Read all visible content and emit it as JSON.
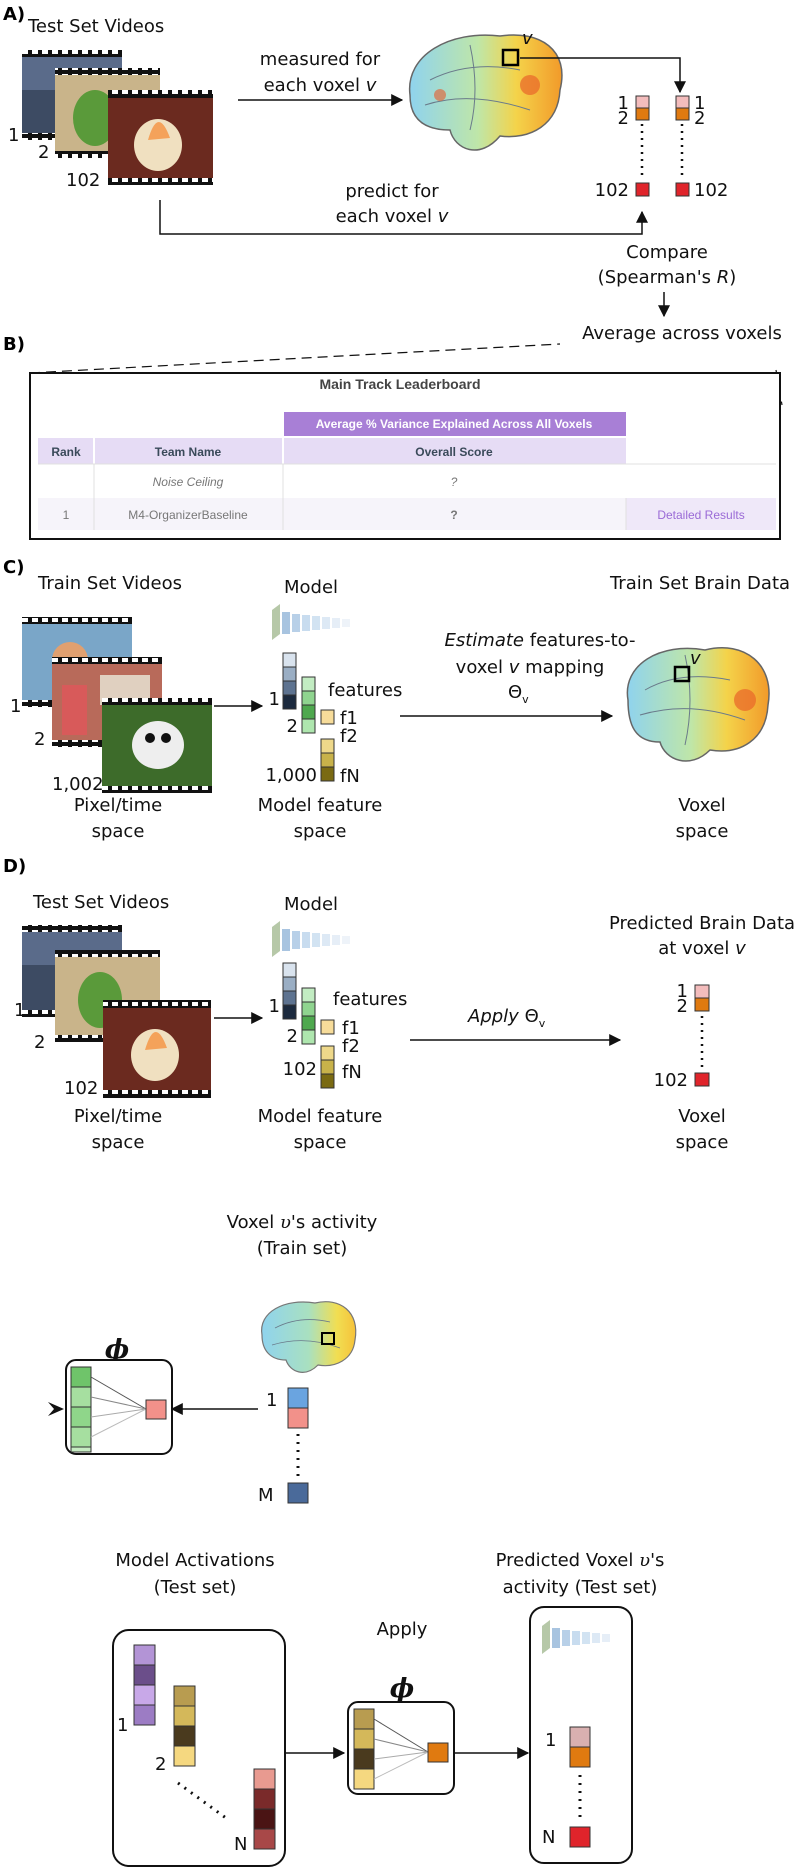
{
  "panels": {
    "a": "A)",
    "b": "B)",
    "c": "C)",
    "d": "D)"
  },
  "a": {
    "test_set_videos": "Test Set Videos",
    "frame_idx": [
      "1",
      "2",
      "102"
    ],
    "measured_line1": "measured for",
    "measured_line2": "each voxel ",
    "v": "v",
    "predict_line1": "predict for",
    "predict_line2": "each voxel ",
    "col_left": [
      "1",
      "2",
      "102"
    ],
    "col_right": [
      "1",
      "2",
      "102"
    ],
    "compare": "Compare",
    "spearman_prefix": "(Spearman's ",
    "spearman_r": "R",
    "spearman_suffix": ")",
    "average": "Average across voxels"
  },
  "leaderboard": {
    "title": "Main Track Leaderboard",
    "group_header": "Average % Variance Explained Across All Voxels",
    "col_rank": "Rank",
    "col_team": "Team Name",
    "col_score": "Overall Score",
    "rows": [
      {
        "rank": "",
        "team": "Noise Ceiling",
        "score": "?",
        "link": ""
      },
      {
        "rank": "1",
        "team": "M4-OrganizerBaseline",
        "score": "?",
        "link": "Detailed Results"
      }
    ]
  },
  "c": {
    "train_set_videos": "Train Set Videos",
    "model": "Model",
    "frame_idx": [
      "1",
      "2",
      "1,002"
    ],
    "feature_idx": [
      "1",
      "2",
      "1,000"
    ],
    "features": "features",
    "f_labels": [
      "f1",
      "f2",
      "fN"
    ],
    "estimate": "Estimate",
    "estimate_rest": " features-to-",
    "voxel_mapping_pre": "voxel ",
    "voxel_mapping_post": " mapping",
    "theta": "Θ",
    "theta_sub": "v",
    "train_brain": "Train Set Brain Data",
    "v": "v",
    "pixel_time": "Pixel/time",
    "model_feature": "Model feature",
    "voxel": "Voxel",
    "space": "space"
  },
  "d": {
    "test_set_videos": "Test Set Videos",
    "model": "Model",
    "frame_idx": [
      "1",
      "2",
      "102"
    ],
    "feature_idx": [
      "1",
      "2",
      "102"
    ],
    "features": "features",
    "f_labels": [
      "f1",
      "f2",
      "fN"
    ],
    "apply": "Apply",
    "theta": "Θ",
    "theta_sub": "v",
    "predicted_line1": "Predicted Brain Data",
    "predicted_line2": "at voxel ",
    "v": "v",
    "col_idx": [
      "1",
      "2",
      "102"
    ],
    "pixel_time": "Pixel/time",
    "model_feature": "Model feature",
    "voxel": "Voxel",
    "space": "space"
  },
  "e": {
    "title_pre": "Voxel ",
    "title_var": "υ",
    "title_post": "'s activity",
    "subtitle": "(Train set)",
    "phi": "ϕ",
    "col_idx": [
      "1",
      "M"
    ]
  },
  "f": {
    "model_act_line1": "Model Activations",
    "model_act_line2": "(Test set)",
    "apply": "Apply",
    "phi": "ϕ",
    "pred_line1_pre": "Predicted Voxel ",
    "pred_line1_var": "υ",
    "pred_line1_post": "'s",
    "pred_line2": "activity (Test set)",
    "idx_left": [
      "1",
      "2",
      "N"
    ],
    "idx_right": [
      "1",
      "N"
    ]
  },
  "colors": {
    "purple_header": "#a87fd6",
    "purple_light": "#e6dcf5",
    "red": "#e0242b",
    "orange": "#e07a10",
    "pink": "#f3bcbc"
  }
}
